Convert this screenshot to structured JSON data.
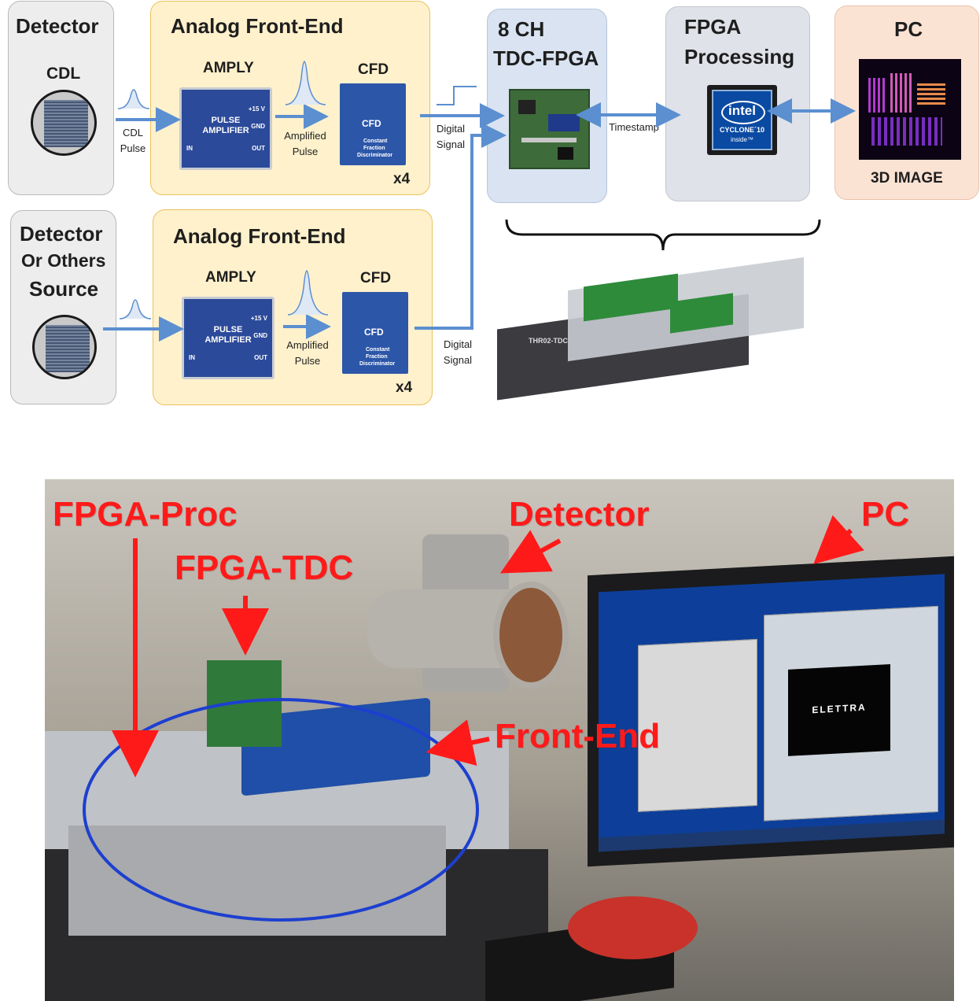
{
  "diagram": {
    "detector_box": {
      "title": "Detector",
      "label": "CDL"
    },
    "detector2_box": {
      "title_line1": "Detector",
      "title_line2": "Or Others",
      "title_line3": "Source"
    },
    "afe1": {
      "title": "Analog Front-End",
      "amply": "AMPLY",
      "cfd": "CFD",
      "multiplier": "x4",
      "amp_text_1": "PULSE",
      "amp_text_2": "AMPLIFIER",
      "amp_in": "IN",
      "amp_out": "OUT",
      "amp_v": "+15 V",
      "amp_gnd": "GND",
      "cfd_text": "CFD",
      "cfd_sub1": "Constant",
      "cfd_sub2": "Fraction",
      "cfd_sub3": "Discriminator"
    },
    "afe2": {
      "title": "Analog Front-End",
      "amply": "AMPLY",
      "cfd": "CFD",
      "multiplier": "x4",
      "amp_text_1": "PULSE",
      "amp_text_2": "AMPLIFIER",
      "amp_in": "IN",
      "amp_out": "OUT",
      "amp_v": "+15 V",
      "amp_gnd": "GND",
      "cfd_text": "CFD",
      "cfd_sub1": "Constant",
      "cfd_sub2": "Fraction",
      "cfd_sub3": "Discriminator"
    },
    "cdl_pulse": {
      "line1": "CDL",
      "line2": "Pulse"
    },
    "amp_pulse1": {
      "line1": "Amplified",
      "line2": "Pulse"
    },
    "amp_pulse2": {
      "line1": "Amplified",
      "line2": "Pulse"
    },
    "digital1": {
      "line1": "Digital",
      "line2": "Signal"
    },
    "digital2": {
      "line1": "Digital",
      "line2": "Signal"
    },
    "tdc": {
      "title_line1": "8 CH",
      "title_line2": "TDC-FPGA"
    },
    "timestamp": "Timestamp",
    "fpga_proc": {
      "title_line1": "FPGA",
      "title_line2": "Processing",
      "chip_brand": "intel",
      "chip_name": "CYCLONE´10",
      "chip_sub": "inside™"
    },
    "pc": {
      "title": "PC",
      "caption": "3D IMAGE"
    },
    "chassis": {
      "label": "THR02-TDC"
    }
  },
  "photo": {
    "labels": {
      "fpga_proc": "FPGA-Proc",
      "fpga_tdc": "FPGA-TDC",
      "detector": "Detector",
      "pc": "PC",
      "front_end": "Front-End"
    },
    "screen_text": "ELETTRA"
  },
  "colors": {
    "arrow_blue": "#5b8fd0",
    "label_red": "#ff1a1a",
    "box_yellow": "#fff1cc",
    "box_blue": "#d9e3f1",
    "box_peach": "#fbe3d4"
  }
}
